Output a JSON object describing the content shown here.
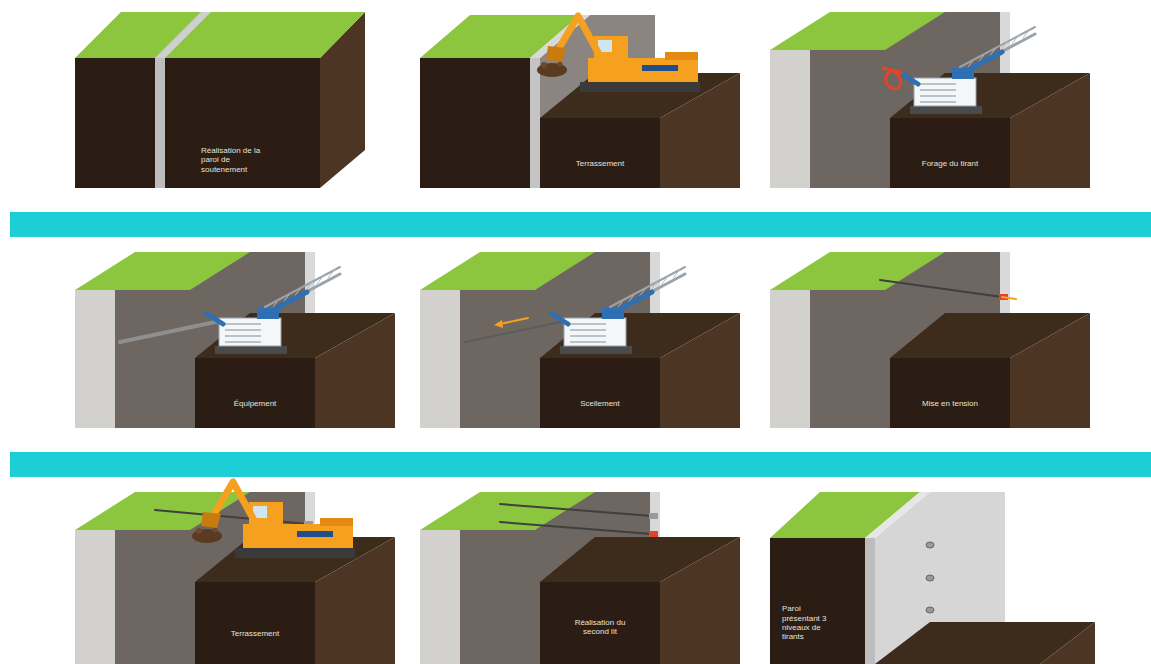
{
  "diagram": {
    "nodes": [
      {
        "text": [
          "Réalisation de la paroi de soutenement"
        ]
      },
      {
        "text": [
          "Terrassement"
        ]
      },
      {
        "text": [
          "Forage du tirant"
        ]
      },
      {
        "text": [
          "Équipement"
        ]
      },
      {
        "text": [
          "Scellement"
        ]
      },
      {
        "text": [
          "Mise en tension"
        ]
      },
      {
        "text": [
          "Terrassement"
        ]
      },
      {
        "text": [
          "Réalisation du second lit"
        ]
      },
      {
        "text": [
          "Paroi présentant 3 niveaux de tirants"
        ]
      }
    ]
  }
}
